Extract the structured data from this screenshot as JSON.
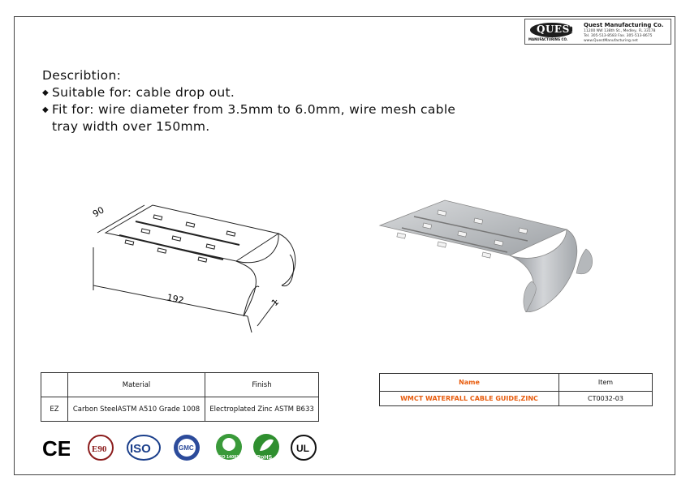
{
  "company": {
    "logo_text": "QUEST",
    "logo_subtext": "MANUFACTURING CO.",
    "name": "Quest Manufacturing Co.",
    "address": "11200 NW 138th St., Medley, FL 33178",
    "phone_fax": "Tel. 305-513-8583   Fax. 305-513-8675",
    "website": "www.QuestManufacturing.net"
  },
  "description": {
    "heading": "Describtion:",
    "bullets": [
      "Suitable for: cable drop out.",
      "Fit for: wire diameter from 3.5mm to 6.0mm, wire mesh cable"
    ],
    "continuation": "tray width over 150mm."
  },
  "drawing": {
    "dim_width": "90",
    "dim_length": "192",
    "dim_thickness": "1"
  },
  "spec_table": {
    "headers": [
      "",
      "Material",
      "Finish"
    ],
    "row": [
      "EZ",
      "Carbon SteelASTM A510 Grade 1008",
      "Electroplated Zinc ASTM B633"
    ]
  },
  "item_table": {
    "headers": [
      "Name",
      "Item"
    ],
    "row": [
      "WMCT WATERFALL CABLE GUIDE,ZINC",
      "CT0032-03"
    ],
    "accent": "#e85c0d"
  },
  "certifications": {
    "ce": "CE",
    "e90": "E90",
    "iso": "ISO",
    "gmc": "GMC",
    "iso14001": "ISO 14001",
    "rohs": "RoHS",
    "ul": "UL"
  }
}
